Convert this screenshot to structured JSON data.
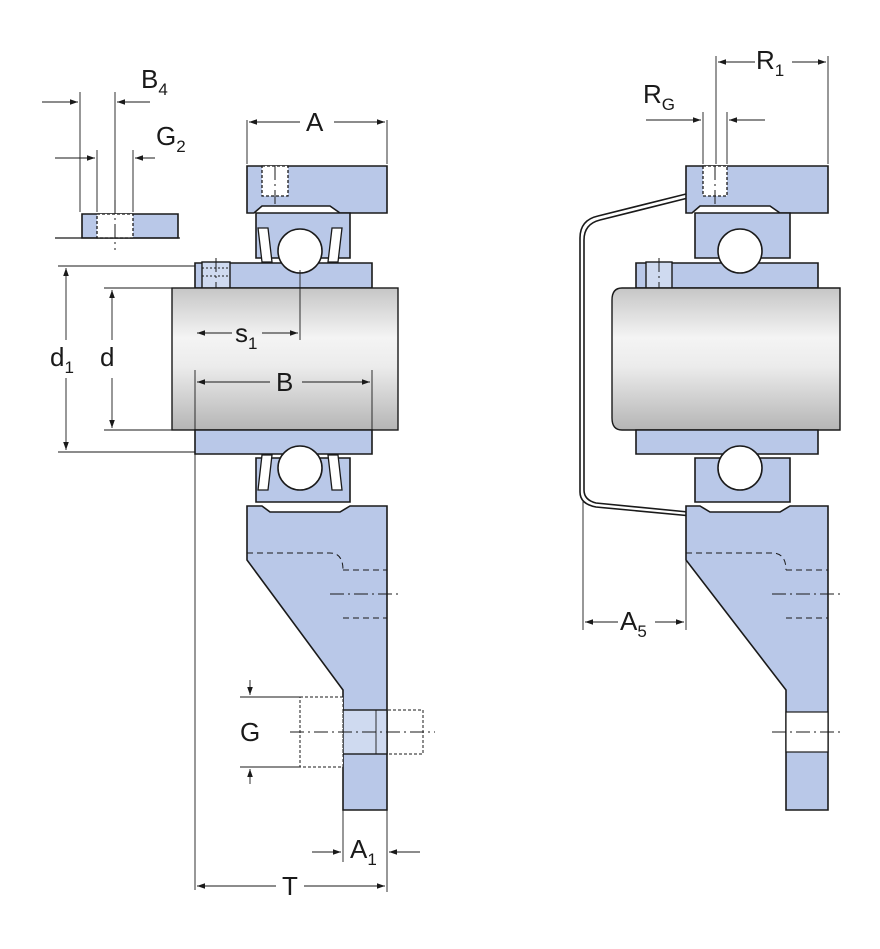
{
  "labels": {
    "A": "A",
    "B": "B",
    "d": "d",
    "d1": {
      "base": "d",
      "sub": "1"
    },
    "s1": {
      "base": "s",
      "sub": "1"
    },
    "B4": {
      "base": "B",
      "sub": "4"
    },
    "G2": {
      "base": "G",
      "sub": "2"
    },
    "G": "G",
    "A1": {
      "base": "A",
      "sub": "1"
    },
    "T": "T",
    "R1": {
      "base": "R",
      "sub": "1"
    },
    "RG": {
      "base": "R",
      "sub": "G"
    },
    "A5": {
      "base": "A",
      "sub": "5"
    }
  },
  "colors": {
    "part_fill": "#b9c8e8",
    "shaft_light": "#f2f2f2",
    "shaft_dark": "#b8b8b8",
    "line": "#1a1a1a"
  }
}
